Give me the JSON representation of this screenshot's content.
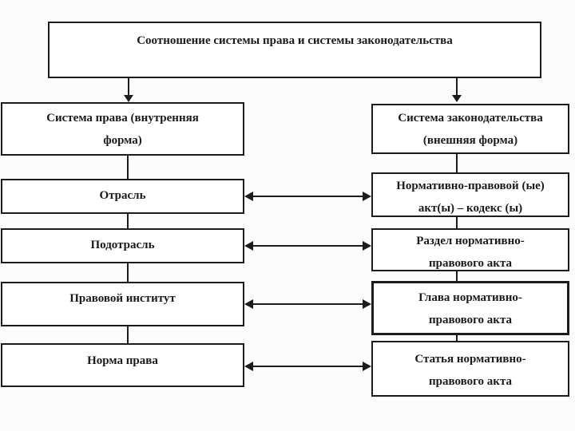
{
  "diagram": {
    "title": "Соотношение системы права и системы законодательства",
    "left_column": {
      "header": "Система права (внутренняя форма)",
      "items": [
        "Отрасль",
        "Подотрасль",
        "Правовой институт",
        "Норма права"
      ]
    },
    "right_column": {
      "header": "Система законодательства (внешняя форма)",
      "items": [
        "Нормативно-правовой (ые) акт(ы) – кодекс (ы)",
        "Раздел нормативно-правового акта",
        "Глава нормативно-правового акта",
        "Статья нормативно-правового акта"
      ]
    },
    "colors": {
      "background": "#fcfcfc",
      "box_fill": "#ffffff",
      "line": "#1c1c1c",
      "text": "#1a1a1a"
    }
  }
}
